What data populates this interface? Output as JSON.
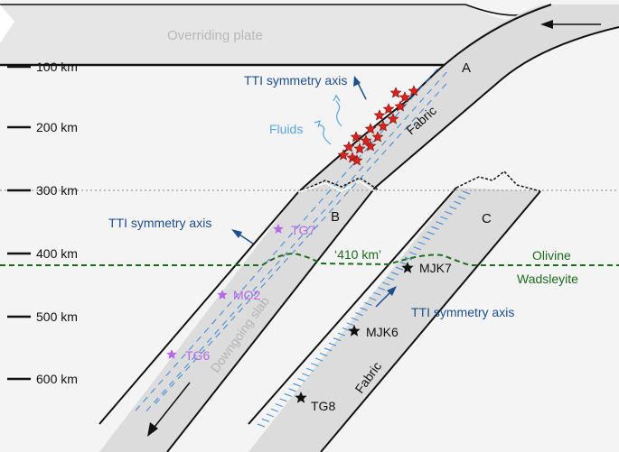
{
  "labels": {
    "overriding_plate": "Overriding plate",
    "downgoing_slab": "Downgoing slab",
    "fluids": "Fluids",
    "tti_axis_a": "TTI symmetry axis",
    "tti_axis_b": "TTI symmetry axis",
    "tti_axis_c": "TTI symmetry axis",
    "fabric_a": "Fabric",
    "fabric_c": "Fabric",
    "discontinuity_410": "‘410 km’",
    "olivine": "Olivine",
    "wadsleyite": "Wadsleyite",
    "segment_a": "A",
    "segment_b": "B",
    "segment_c": "C"
  },
  "depth_ticks": [
    "100 km",
    "200 km",
    "300 km",
    "400 km",
    "500 km",
    "600 km"
  ],
  "events": {
    "tg7": "TG7",
    "mo2": "MO2",
    "tg6": "TG6",
    "mjk7": "MJK7",
    "mjk6": "MJK6",
    "tg8": "TG8"
  },
  "colors": {
    "slab_fill": "#dcdcdc",
    "background_mantle": "#f4f4f4",
    "fabric_blue": "#3a86d4",
    "tti_arrow": "#1f4e8c",
    "phase_line": "#1e6b1e",
    "star_red": "#d9241c",
    "star_purple": "#b469e6",
    "star_black": "#111111"
  }
}
